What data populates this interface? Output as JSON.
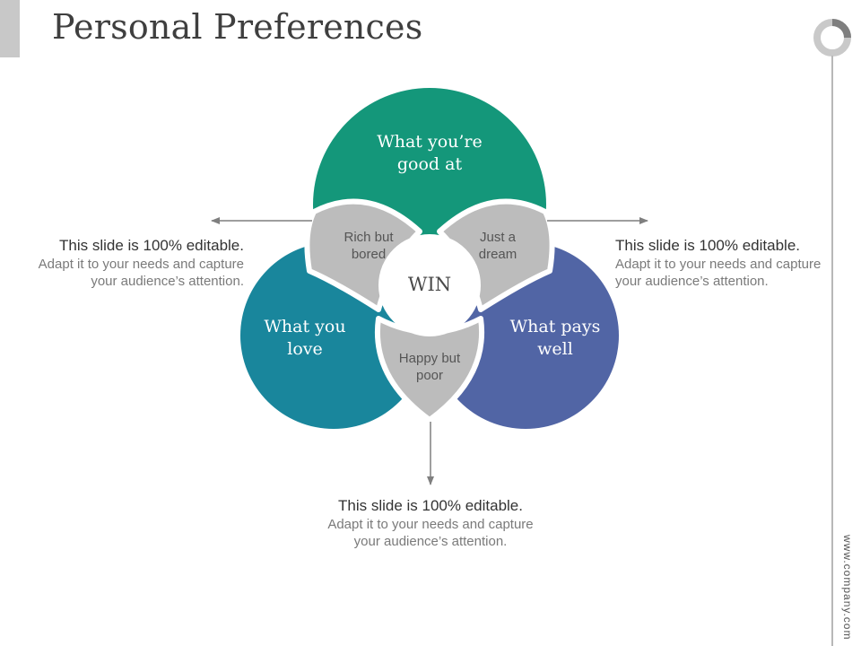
{
  "slide": {
    "title": "Personal Preferences",
    "website": "www.company.com"
  },
  "colors": {
    "top_circle": "#14977a",
    "left_circle": "#19869c",
    "right_circle": "#5165a5",
    "overlap": "#bcbcbc",
    "connector": "#7f7f7f",
    "title_bar": "#c8c8c8"
  },
  "venn": {
    "top": "What you’re good at",
    "left": "What you love",
    "right": "What pays well",
    "top_left_overlap": "Rich but bored",
    "top_right_overlap": "Just a dream",
    "bottom_overlap": "Happy but poor",
    "center": "WIN"
  },
  "callouts": {
    "left": {
      "heading": "This slide is 100% editable.",
      "body": "Adapt it to your needs and capture your audience’s attention."
    },
    "right": {
      "heading": "This slide is 100% editable.",
      "body": "Adapt it to your needs and capture your audience’s attention."
    },
    "bottom": {
      "heading": "This slide is 100% editable.",
      "body": "Adapt it to your needs and capture your audience’s attention."
    }
  }
}
